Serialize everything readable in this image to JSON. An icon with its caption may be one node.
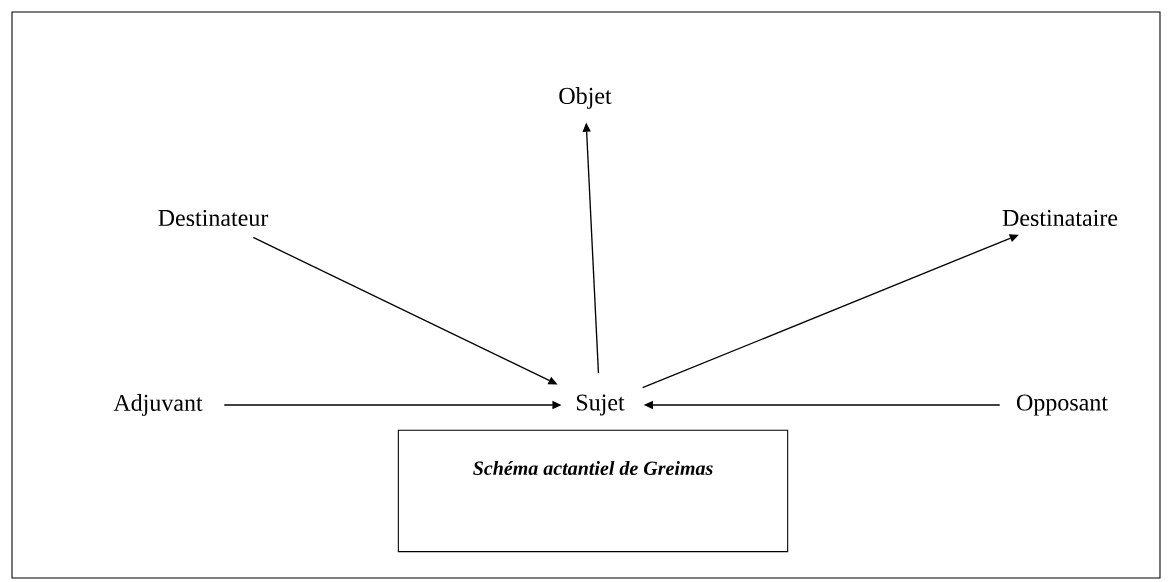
{
  "diagram": {
    "nodes": [
      {
        "text": [
          "Objet"
        ]
      },
      {
        "text": [
          "Destinateur"
        ]
      },
      {
        "text": [
          "Destinataire"
        ]
      },
      {
        "text": [
          "Adjuvant"
        ]
      },
      {
        "text": [
          "Sujet"
        ]
      },
      {
        "text": [
          "Opposant"
        ]
      },
      {
        "text": [
          "Schéma actantiel de Greimas"
        ]
      }
    ],
    "edges": [
      {
        "from": 1,
        "to": 4,
        "arrow": "to"
      },
      {
        "from": 4,
        "to": 0,
        "arrow": "to"
      },
      {
        "from": 4,
        "to": 2,
        "arrow": "to"
      },
      {
        "from": 3,
        "to": 4,
        "arrow": "to"
      },
      {
        "from": 5,
        "to": 4,
        "arrow": "to"
      }
    ]
  }
}
